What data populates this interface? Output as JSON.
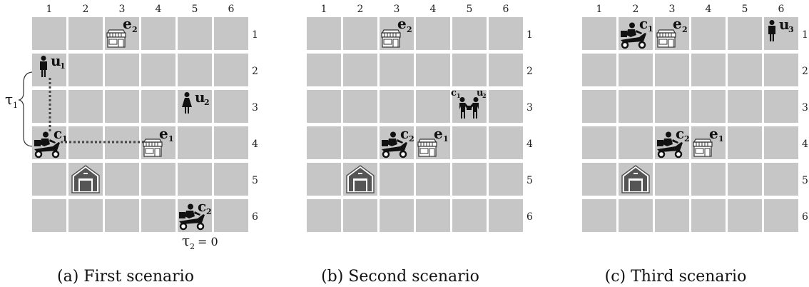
{
  "scenarios": [
    {
      "caption": "(a) First scenario",
      "col_labels": [
        "1",
        "2",
        "3",
        "4",
        "5",
        "6"
      ],
      "row_labels": [
        "1",
        "2",
        "3",
        "4",
        "5",
        "6"
      ]
    },
    {
      "caption": "(b) Second scenario",
      "col_labels": [
        "1",
        "2",
        "3",
        "4",
        "5",
        "6"
      ],
      "row_labels": [
        "1",
        "2",
        "3",
        "4",
        "5",
        "6"
      ]
    },
    {
      "caption": "(c) Third scenario",
      "col_labels": [
        "1",
        "2",
        "3",
        "4",
        "5",
        "6"
      ],
      "row_labels": [
        "1",
        "2",
        "3",
        "4",
        "5",
        "6"
      ]
    }
  ],
  "labels": {
    "a": {
      "e2": "e",
      "e2_sub": "2",
      "u1": "u",
      "u1_sub": "1",
      "u2": "u",
      "u2_sub": "2",
      "c1": "c",
      "c1_sub": "1",
      "e1": "e",
      "e1_sub": "1",
      "c2": "c",
      "c2_sub": "2",
      "tau1": "τ",
      "tau1_sub": "1",
      "tau2": "τ",
      "tau2_sub": "2",
      "tau2_eq": "= 0"
    },
    "b": {
      "e2": "e",
      "e2_sub": "2",
      "c1": "c",
      "c1_sub": "1",
      "u2": "u",
      "u2_sub": "2",
      "c2": "c",
      "c2_sub": "2",
      "e1": "e",
      "e1_sub": "1"
    },
    "c": {
      "c1": "c",
      "c1_sub": "1",
      "e2": "e",
      "e2_sub": "2",
      "u3": "u",
      "u3_sub": "3",
      "c2": "c",
      "c2_sub": "2",
      "e1": "e",
      "e1_sub": "1"
    }
  },
  "colors": {
    "cell": "#c6c6c6",
    "icon": "#3a3a3a",
    "path": "#444444"
  }
}
